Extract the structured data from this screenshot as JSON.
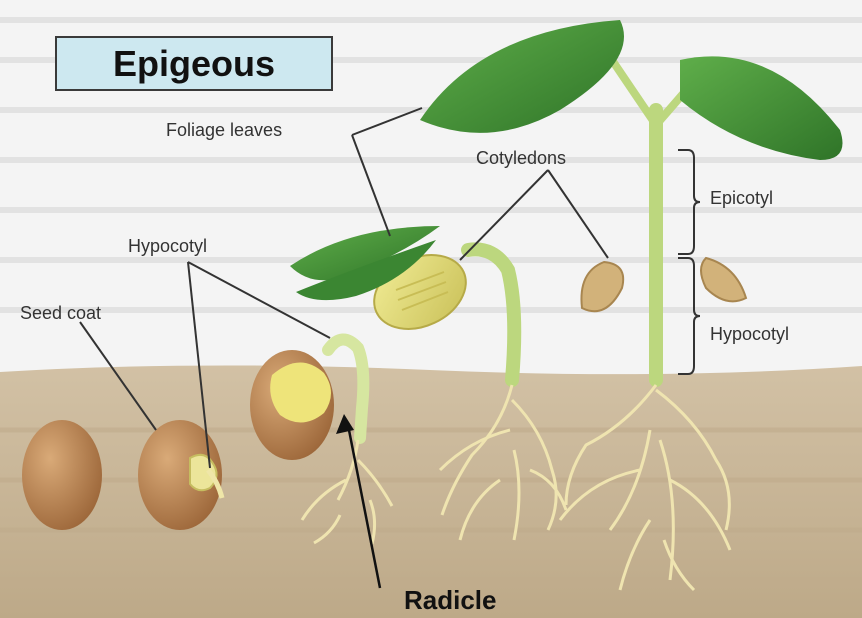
{
  "title": "Epigeous",
  "labels": {
    "foliage_leaves": "Foliage leaves",
    "cotyledons": "Cotyledons",
    "epicotyl": "Epicotyl",
    "hypocotyl_left": "Hypocotyl",
    "hypocotyl_right": "Hypocotyl",
    "seed_coat": "Seed coat",
    "radicle": "Radicle"
  },
  "colors": {
    "soil": "#c9b69a",
    "background": "#f4f4f4",
    "leaf": "#3f8c35",
    "stem": "#b8d67a",
    "seed": "#b88252",
    "cotyledon": "#e6e07a",
    "root": "#f0e6b0",
    "title_box": "#cde8f0"
  }
}
